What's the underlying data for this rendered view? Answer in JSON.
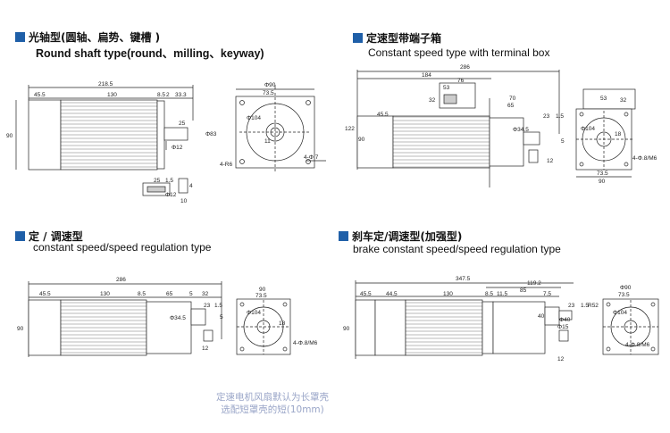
{
  "sections": {
    "round_shaft": {
      "title": "光轴型(圆轴、扁势、键槽 )",
      "subtitle": "Round shaft type(round、milling、keyway)"
    },
    "terminal_box": {
      "title": "定速型带端子箱",
      "subtitle": "Constant speed type with terminal box"
    },
    "constant": {
      "title": "定 / 调速型",
      "subtitle": "constant speed/speed regulation type"
    },
    "brake": {
      "title": "刹车定/调速型(加强型)",
      "subtitle": "brake constant speed/speed regulation type"
    }
  },
  "note": {
    "line1": "定速电机风扇默认为长罩壳",
    "line2": "选配短罩壳的短(10mm)"
  },
  "dims": {
    "d1_total": "218.5",
    "d1_a": "45.5",
    "d1_b": "130",
    "d1_c": "8.5",
    "d1_d": "2",
    "d1_e": "33.3",
    "d1_h": "90",
    "d1_shaft": "25",
    "d1_phi12": "Φ12",
    "d1_phi83": "Φ83",
    "d1_key": "25",
    "d1_key2": "1.5",
    "d1_phi12b": "Φ12",
    "d1_t": "4",
    "d1_t2": "10",
    "d1_phi90": "Φ90",
    "d1_735": "73.5",
    "d1_phi104": "Φ104",
    "d1_phi11": "11",
    "d1_holes": "4-Φ 7",
    "d1_r6": "4-R6",
    "d2_286": "286",
    "d2_184": "184",
    "d2_76": "76",
    "d2_53": "53",
    "d2_32": "32",
    "d2_122": "122",
    "d2_455": "45.5",
    "d2_70": "70",
    "d2_65": "65",
    "d2_90": "90",
    "d2_23": "23",
    "d2_15": "1.5",
    "d2_phi345": "Φ34.5",
    "d2_5": "5",
    "d2_12": "12",
    "d2_53b": "53",
    "d2_32b": "32",
    "d2_phi104": "Φ104",
    "d2_18": "18",
    "d2_holes": "4-Φ.8/M6",
    "d2_735": "73.5",
    "d2_90b": "90",
    "d3_286": "286",
    "d3_455": "45.5",
    "d3_130": "130",
    "d3_85": "8.5",
    "d3_65": "65",
    "d3_5": "5",
    "d3_32": "32",
    "d3_90": "90",
    "d3_phi345": "Φ34.5",
    "d3_23": "23",
    "d3_15": "1.5",
    "d3_5b": "5",
    "d3_12": "12",
    "d3_90b": "90",
    "d3_735": "73.5",
    "d3_phi104": "Φ104",
    "d3_18": "18",
    "d3_holes": "4-Φ.8/M6",
    "d4_3475": "347.5",
    "d4_1192": "119.2",
    "d4_455": "45.5",
    "d4_445": "44.5",
    "d4_130": "130",
    "d4_85": "8.5",
    "d4_115": "11.5",
    "d4_85b": "85",
    "d4_75": "7.5",
    "d4_90": "90",
    "d4_40": "40",
    "d4_phi40": "Φ40",
    "d4_phi15": "Φ15",
    "d4_23": "23",
    "d4_15": "1.5",
    "d4_12": "12",
    "d4_phi90": "Φ90",
    "d4_735": "73.5",
    "d4_r52": "R52",
    "d4_phi104": "Φ104",
    "d4_holes": "4-Φ.8/M6"
  }
}
